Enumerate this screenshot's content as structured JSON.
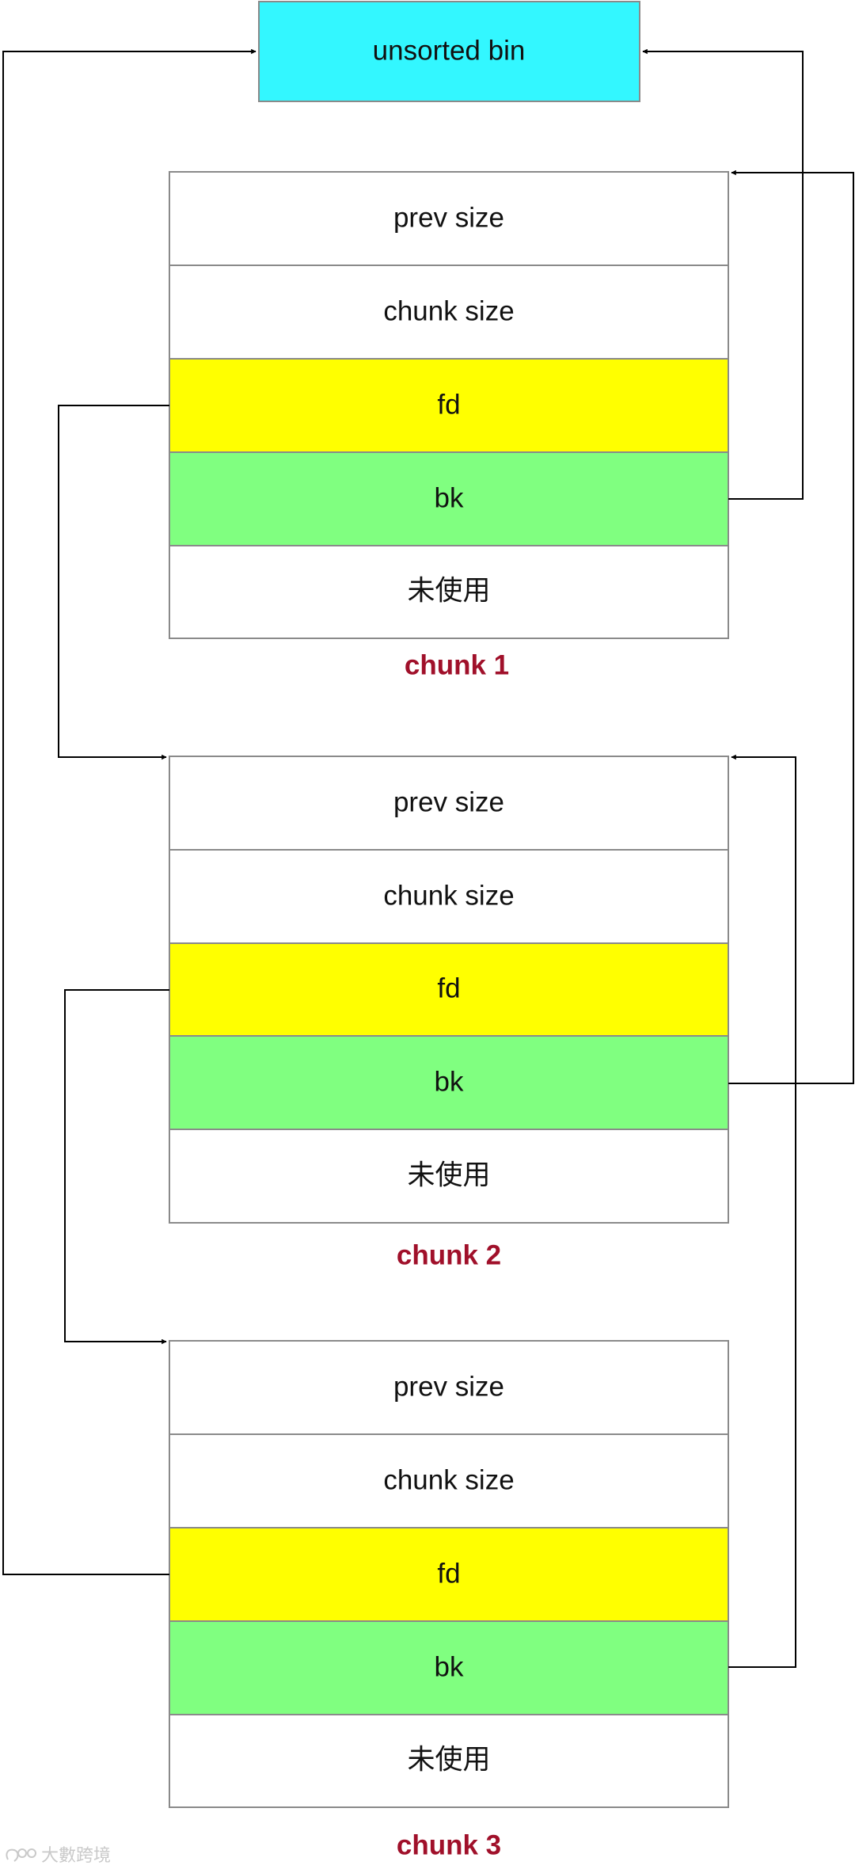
{
  "head": {
    "label": "unsorted bin",
    "color": "#33f7ff"
  },
  "chunks": [
    {
      "caption": "chunk 1",
      "fields": [
        {
          "label": "prev size",
          "color": "#ffffff"
        },
        {
          "label": "chunk size",
          "color": "#ffffff"
        },
        {
          "label": "fd",
          "color": "#ffff00"
        },
        {
          "label": "bk",
          "color": "#80ff80"
        },
        {
          "label": "未使用",
          "color": "#ffffff"
        }
      ]
    },
    {
      "caption": "chunk 2",
      "fields": [
        {
          "label": "prev size",
          "color": "#ffffff"
        },
        {
          "label": "chunk size",
          "color": "#ffffff"
        },
        {
          "label": "fd",
          "color": "#ffff00"
        },
        {
          "label": "bk",
          "color": "#80ff80"
        },
        {
          "label": "未使用",
          "color": "#ffffff"
        }
      ]
    },
    {
      "caption": "chunk 3",
      "fields": [
        {
          "label": "prev size",
          "color": "#ffffff"
        },
        {
          "label": "chunk size",
          "color": "#ffffff"
        },
        {
          "label": "fd",
          "color": "#ffff00"
        },
        {
          "label": "bk",
          "color": "#80ff80"
        },
        {
          "label": "未使用",
          "color": "#ffffff"
        }
      ]
    }
  ],
  "watermark": {
    "text": "大數跨境",
    "icon": "logo-icon"
  },
  "colors": {
    "caption": "#a0102a",
    "line": "#000000",
    "border": "#8a8a8a"
  }
}
